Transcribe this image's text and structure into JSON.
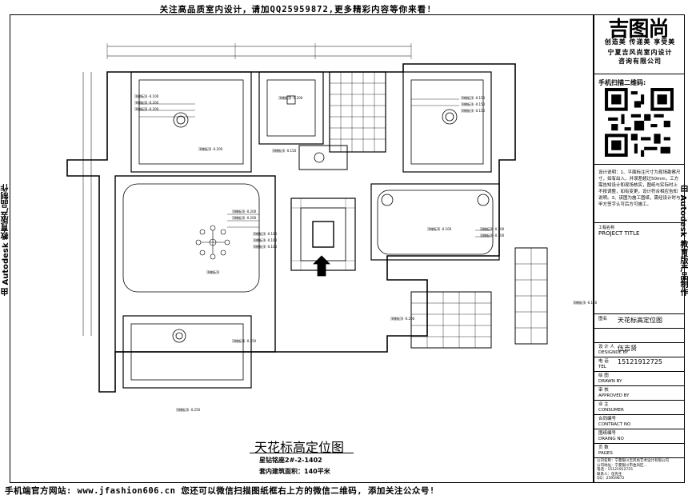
{
  "header": {
    "banner": "关注高品质室内设计，请加QQ25959872,更多精彩内容等你来看!"
  },
  "footer": {
    "banner": "手机端官方网站: www.jfashion606.cn  您还可以微信扫描图纸框右上方的微信二维码, 添加关注公众号!"
  },
  "side": {
    "left": "由 Autodesk 教育版产品制作",
    "right": "由 Autodesk 教育版产品制作"
  },
  "brand": {
    "logo": "吉图尚",
    "slogan": "创造美 传递美 享受美",
    "company_line1": "宁夏吉风尚室内设计",
    "company_line2": "咨询有限公司",
    "qr_label": "手机扫描二维码:"
  },
  "notes": "设计说明：1、平面标注尺寸为现场勘察尺寸，如有出入，并误差超过50mm，工方需告知设计和现场核实，图纸与实际时上不按调整，如有变更，设计符合相应告知说明。3、该图为施工图纸，需经设计时与甲方签字认可后方可施工。",
  "titleblock": {
    "project_title_label": "PROJECT TITLE",
    "drawing_name_label": "图名",
    "drawing_name": "天花标高定位图",
    "designer_label": "设 计 人",
    "designer_en": "DESIGNDE BY",
    "designer": "伍吉贤",
    "tel_label": "电 话",
    "tel_en": "TEL",
    "tel": "15121912725",
    "drawn_label": "绘 图",
    "drawn_en": "DRAWN BY",
    "approved_label": "审 核",
    "approved_en": "APPROVED BY",
    "consumer_label": "业 主",
    "consumer_en": "CONSUMER",
    "contract_label": "合同编号",
    "contract_en": "CONTRACT NO",
    "drawing_no_label": "图纸编号",
    "drawing_no_en": "DRAING NO",
    "pages_label": "页 数",
    "pages_en": "PAGES",
    "company_info": "公司名称：宁夏银川吉风尚艺术设计有限公司",
    "address": "公司地址：宁夏银川市金凤区...",
    "phone": "电话：15121912725",
    "contact": "联系人：伍先生",
    "qq": "QQ：25959872"
  },
  "plan": {
    "title": "天花标高定位图",
    "sub1": "星钻铭座2#-2-1402",
    "sub2": "套内建筑面积：140平米",
    "annotations": [
      "顶棚板顶 -0.200",
      "顶棚板顶 -0.100",
      "顶棚板顶 -0.150",
      "顶棚板顶 -0.250",
      "木饰面吊顶",
      "顶棚板顶",
      "顶棚板顶 -0.080"
    ]
  }
}
